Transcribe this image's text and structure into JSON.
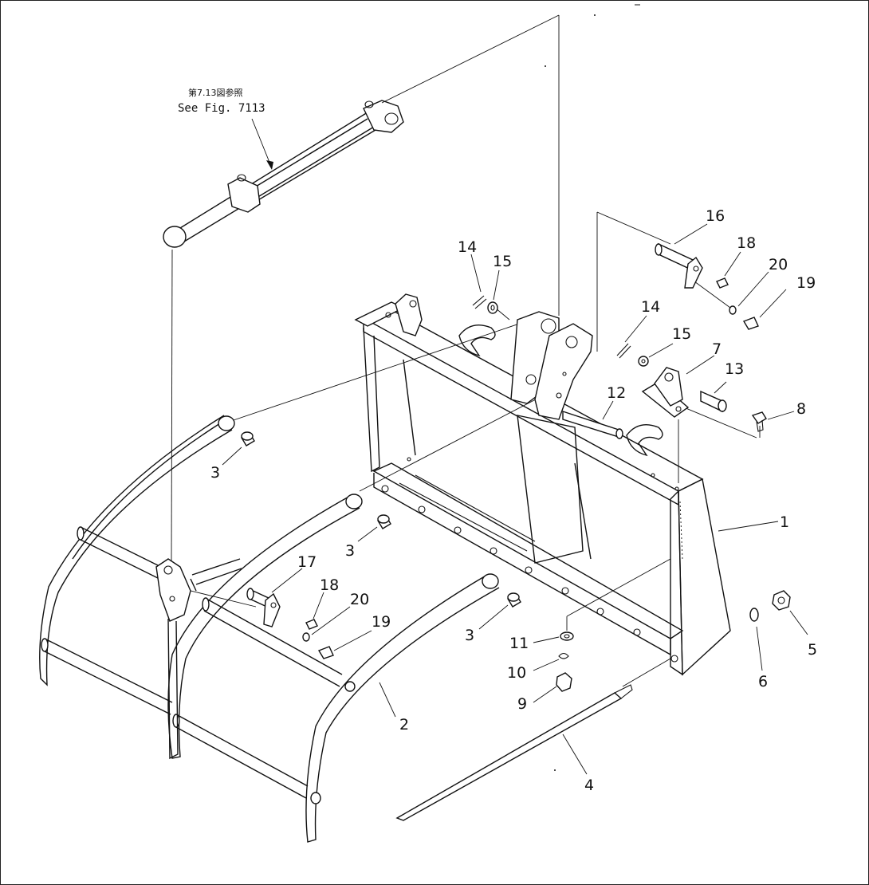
{
  "reference": {
    "japanese": "第7.13図参照",
    "english": "See Fig. 7113"
  },
  "callouts": [
    {
      "id": "c1",
      "label": "1"
    },
    {
      "id": "c2",
      "label": "2"
    },
    {
      "id": "c3a",
      "label": "3"
    },
    {
      "id": "c3b",
      "label": "3"
    },
    {
      "id": "c3c",
      "label": "3"
    },
    {
      "id": "c4",
      "label": "4"
    },
    {
      "id": "c5",
      "label": "5"
    },
    {
      "id": "c6",
      "label": "6"
    },
    {
      "id": "c7",
      "label": "7"
    },
    {
      "id": "c8",
      "label": "8"
    },
    {
      "id": "c9",
      "label": "9"
    },
    {
      "id": "c10",
      "label": "10"
    },
    {
      "id": "c11",
      "label": "11"
    },
    {
      "id": "c12",
      "label": "12"
    },
    {
      "id": "c13",
      "label": "13"
    },
    {
      "id": "c14a",
      "label": "14"
    },
    {
      "id": "c14b",
      "label": "14"
    },
    {
      "id": "c15a",
      "label": "15"
    },
    {
      "id": "c15b",
      "label": "15"
    },
    {
      "id": "c16",
      "label": "16"
    },
    {
      "id": "c17",
      "label": "17"
    },
    {
      "id": "c18a",
      "label": "18"
    },
    {
      "id": "c18b",
      "label": "18"
    },
    {
      "id": "c19a",
      "label": "19"
    },
    {
      "id": "c19b",
      "label": "19"
    },
    {
      "id": "c20a",
      "label": "20"
    },
    {
      "id": "c20b",
      "label": "20"
    }
  ]
}
